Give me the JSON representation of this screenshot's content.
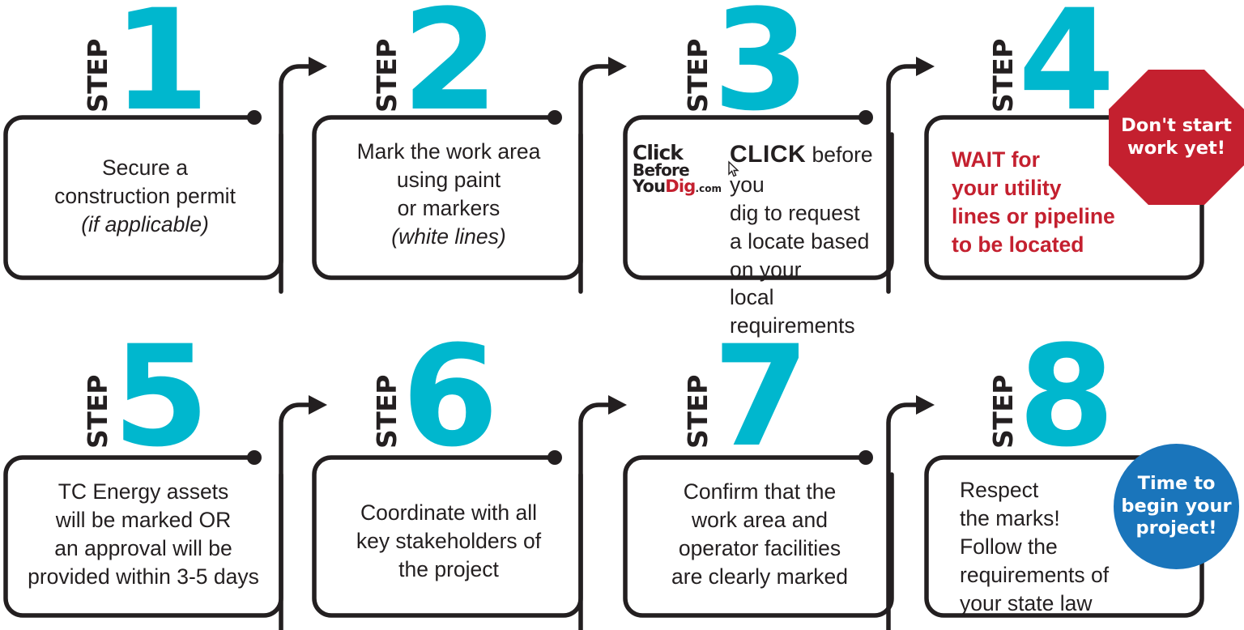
{
  "colors": {
    "teal": "#00b7ce",
    "red": "#c4202f",
    "blue": "#1a75bb",
    "ink": "#231f20",
    "white": "#ffffff"
  },
  "step_label": "STEP",
  "steps": [
    {
      "number": "1",
      "label": "STEP",
      "body": "Secure a\nconstruction permit\n",
      "body_italic": "(if applicable)",
      "align": "center"
    },
    {
      "number": "2",
      "label": "STEP",
      "body": "Mark the work area\nusing paint\nor markers\n",
      "body_italic": "(white lines)",
      "align": "center"
    },
    {
      "number": "3",
      "label": "STEP",
      "logo": {
        "line1": "Click",
        "line2": "Before",
        "line3_you": "You",
        "line3_dig": "Dig",
        "line3_com": ".com",
        "cursor_icon": "mouse-cursor-icon"
      },
      "emphasis": "CLICK",
      "body": " before you\ndig to request\na locate based on your\nlocal requirements",
      "align": "center"
    },
    {
      "number": "4",
      "label": "STEP",
      "body": "WAIT for\nyour utility\nlines or pipeline\nto be located",
      "align": "left",
      "style": "red-bold",
      "badge": {
        "shape": "octagon",
        "text": "Don't start\nwork yet!",
        "color": "#c4202f"
      }
    },
    {
      "number": "5",
      "label": "STEP",
      "body": "TC Energy assets\nwill be marked OR\nan approval will be\nprovided within 3-5 days",
      "align": "center"
    },
    {
      "number": "6",
      "label": "STEP",
      "body": "Coordinate with all\nkey stakeholders of\nthe project",
      "align": "center"
    },
    {
      "number": "7",
      "label": "STEP",
      "body": "Confirm that the\nwork area and\noperator facilities\nare clearly marked",
      "align": "center"
    },
    {
      "number": "8",
      "label": "STEP",
      "body": "Respect\nthe marks!\nFollow the\nrequirements of\nyour state law",
      "align": "left",
      "badge": {
        "shape": "circle",
        "text": "Time to\nbegin your\nproject!",
        "color": "#1a75bb"
      }
    }
  ]
}
